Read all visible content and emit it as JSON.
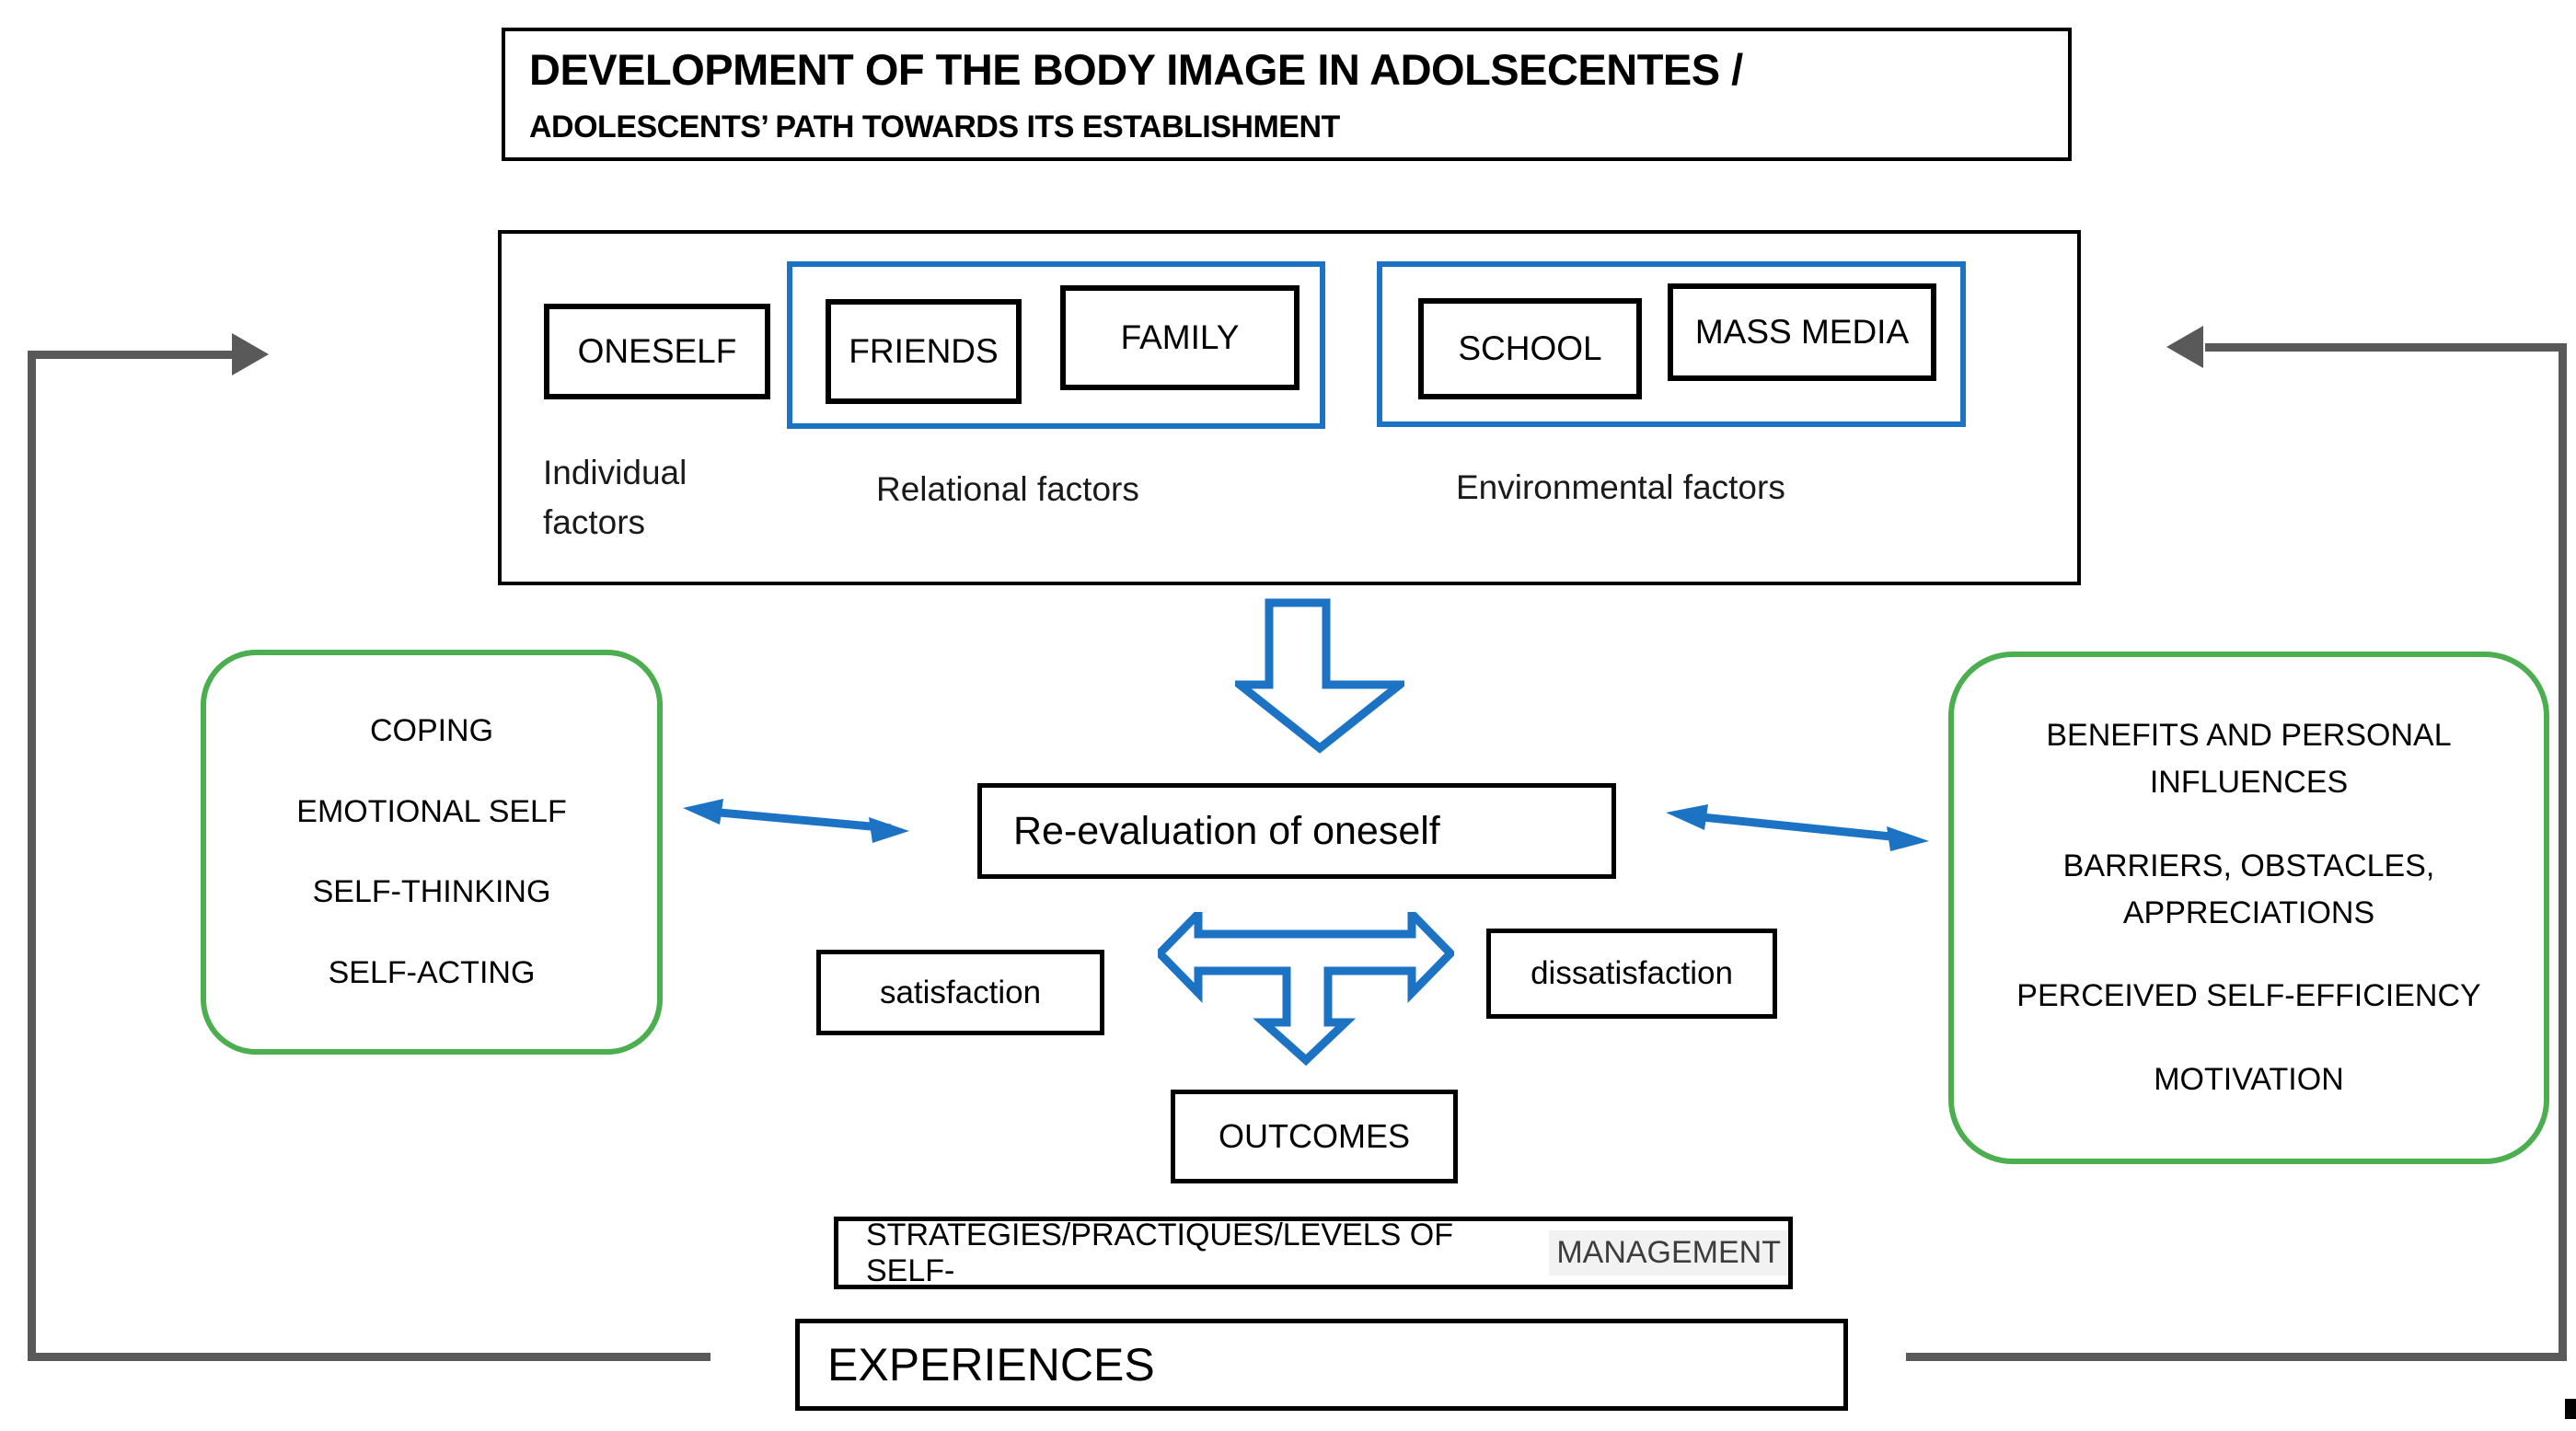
{
  "colors": {
    "blue": "#1C73C4",
    "green": "#4BAE4F",
    "gray": "#595959",
    "black": "#000000",
    "highlight_bg": "#F2F2F2",
    "highlight_text": "#3D3D3D"
  },
  "title": {
    "line1": "DEVELOPMENT OF THE BODY IMAGE IN ADOLSECENTES /",
    "line2": "ADOLESCENTS’ PATH TOWARDS ITS ESTABLISHMENT"
  },
  "factors": {
    "oneself": "ONESELF",
    "friends": "FRIENDS",
    "family": "FAMILY",
    "school": "SCHOOL",
    "mass_media": "MASS MEDIA",
    "individual_label_line1": "Individual",
    "individual_label_line2": "factors",
    "relational_label": "Relational factors",
    "environmental_label": "Environmental factors"
  },
  "green_left": {
    "items": [
      "COPING",
      "EMOTIONAL SELF",
      "SELF-THINKING",
      "SELF-ACTING"
    ]
  },
  "green_right": {
    "items": [
      [
        "BENEFITS AND PERSONAL",
        "INFLUENCES"
      ],
      [
        "BARRIERS, OBSTACLES,",
        "APPRECIATIONS"
      ],
      [
        "PERCEIVED SELF-EFFICIENCY"
      ],
      [
        "MOTIVATION"
      ]
    ]
  },
  "center": {
    "reevaluation": "Re-evaluation of oneself",
    "satisfaction": "satisfaction",
    "dissatisfaction": "dissatisfaction",
    "outcomes": "OUTCOMES",
    "strategies_prefix": "STRATEGIES/PRACTIQUES/LEVELS OF SELF-",
    "strategies_highlight": "MANAGEMENT",
    "experiences": "EXPERIENCES"
  },
  "icons": {
    "down_arrow": "block-arrow-down",
    "three_way_arrow": "block-arrow-left-right-down",
    "left_double_arrow": "double-headed-arrow",
    "right_double_arrow": "double-headed-arrow",
    "left_feedback_arrow": "elbow-arrow-right",
    "right_feedback_arrow": "elbow-arrow-left"
  }
}
